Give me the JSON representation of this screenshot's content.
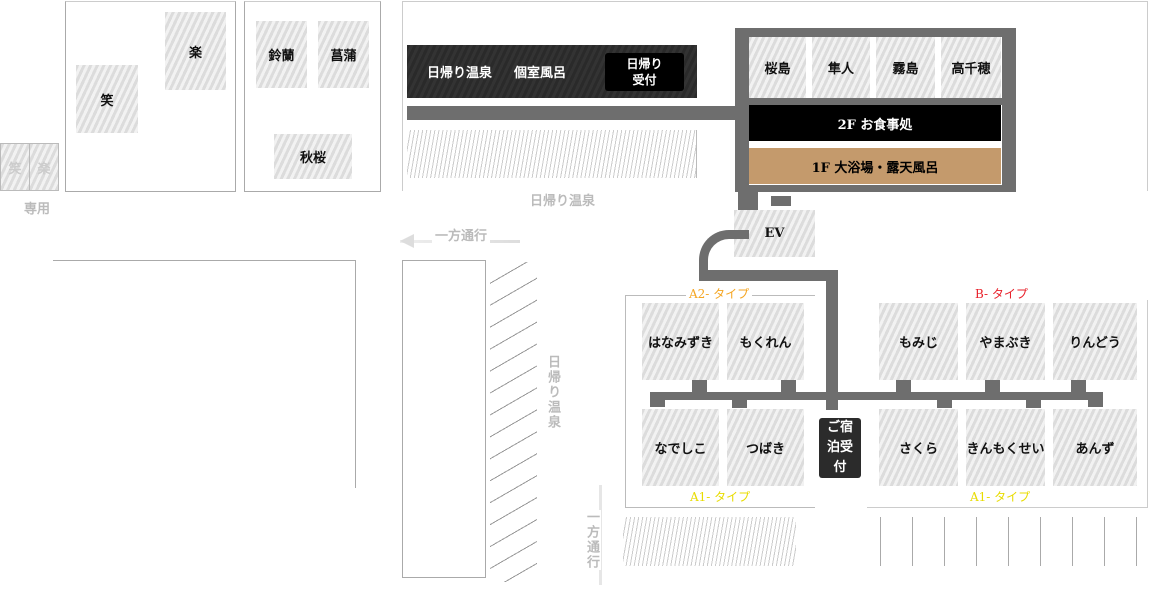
{
  "private_annex": {
    "rooms": [
      "笑",
      "楽"
    ],
    "label": "専用"
  },
  "cottages_a": {
    "rooms": [
      "笑",
      "楽"
    ]
  },
  "cottages_b": {
    "rooms": [
      "鈴蘭",
      "菖蒲",
      "秋桜"
    ]
  },
  "day_spa": {
    "title1": "日帰り温泉",
    "title2": "個室風呂",
    "reception": "日帰り受付",
    "parking_label": "日帰り温泉",
    "side_label": "日帰り温泉"
  },
  "main_building": {
    "rooms": [
      "桜島",
      "隼人",
      "霧島",
      "高千穂"
    ],
    "floor2": "2F お食事処",
    "floor1": "1F 大浴場・露天風呂",
    "ev": "EV"
  },
  "one_way": {
    "top": "一方通行",
    "bottom": "一方通行"
  },
  "lodging": {
    "type_a2": "A2- タイプ",
    "type_b": "B- タイプ",
    "type_a1_left": "A1- タイプ",
    "type_a1_right": "A1- タイプ",
    "upper_left": [
      "はなみずき",
      "もくれん"
    ],
    "upper_right": [
      "もみじ",
      "やまぶき",
      "りんどう"
    ],
    "lower_left": [
      "なでしこ",
      "つばき"
    ],
    "lower_right": [
      "さくら",
      "きんもくせい",
      "あんず"
    ],
    "reception": "ご宿泊受付"
  },
  "colors": {
    "a2": "#f5a623",
    "b": "#e8202a",
    "a1": "#f5e600",
    "bath": "#c49a6c"
  }
}
